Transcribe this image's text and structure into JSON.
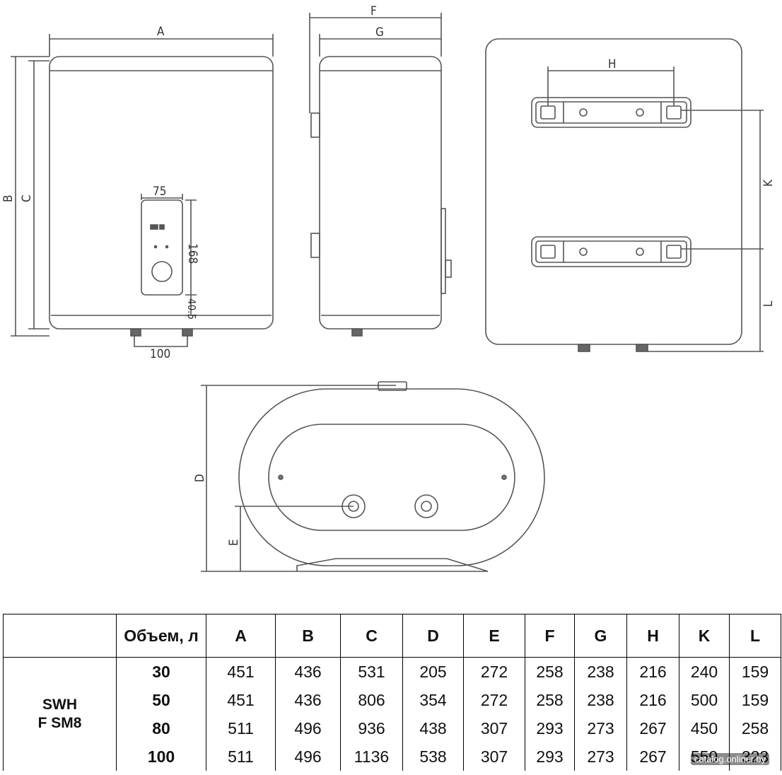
{
  "dimension_labels": {
    "A": "A",
    "B": "B",
    "C": "C",
    "D": "D",
    "E": "E",
    "F": "F",
    "G": "G",
    "H": "H",
    "K": "K",
    "L": "L",
    "panel_width": "75",
    "panel_height": "168",
    "panel_offset": "40.5",
    "pipe_spacing": "100"
  },
  "table": {
    "model": [
      "SWH",
      "F SM8"
    ],
    "headers": [
      "Объем, л",
      "A",
      "B",
      "C",
      "D",
      "E",
      "F",
      "G",
      "H",
      "K",
      "L"
    ],
    "rows": [
      [
        "30",
        "451",
        "436",
        "531",
        "205",
        "272",
        "258",
        "238",
        "216",
        "240",
        "159"
      ],
      [
        "50",
        "451",
        "436",
        "806",
        "354",
        "272",
        "258",
        "238",
        "216",
        "500",
        "159"
      ],
      [
        "80",
        "511",
        "496",
        "936",
        "438",
        "307",
        "293",
        "273",
        "267",
        "450",
        "258"
      ],
      [
        "100",
        "511",
        "496",
        "1136",
        "538",
        "307",
        "293",
        "273",
        "267",
        "550",
        "323"
      ]
    ]
  },
  "watermark": "catalog.onliner.by"
}
